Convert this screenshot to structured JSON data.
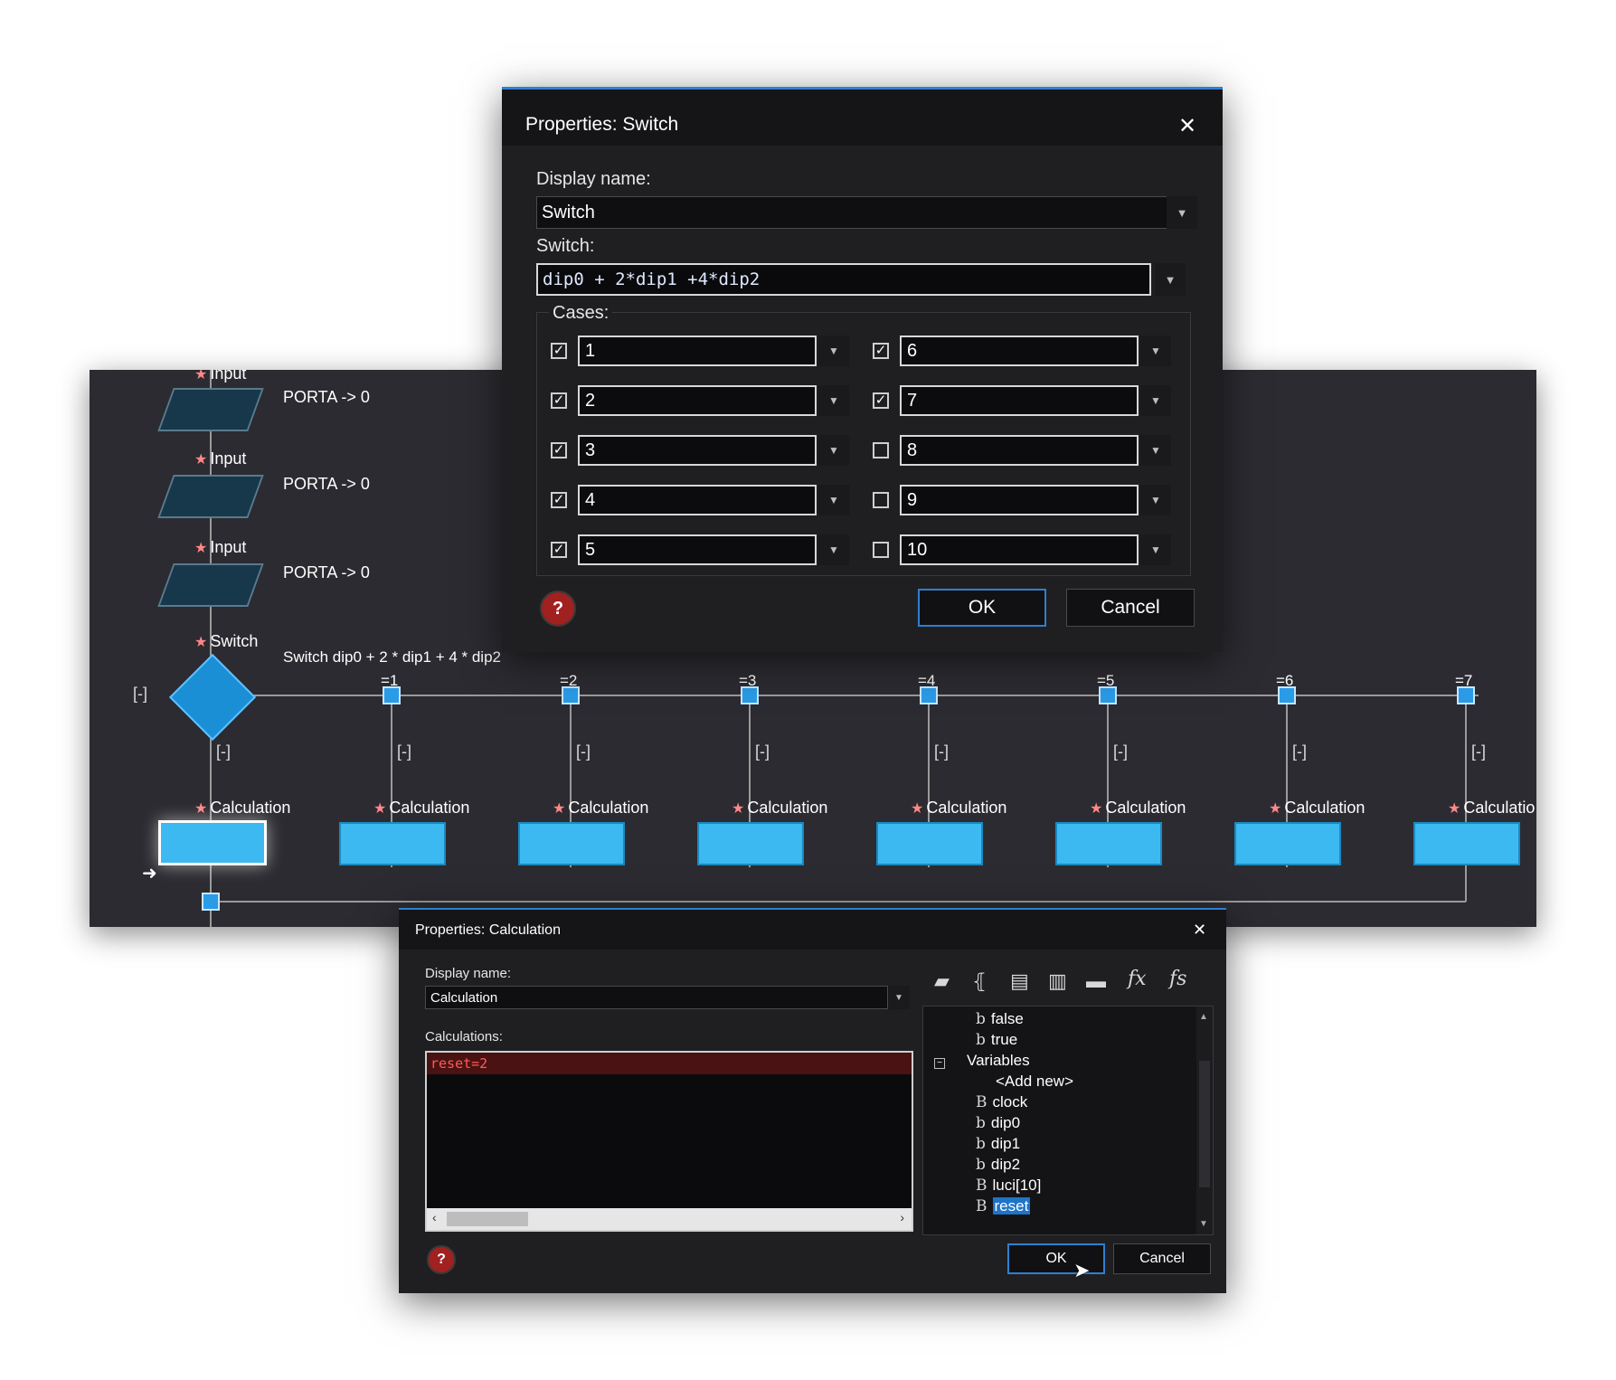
{
  "flowchart": {
    "inputs": [
      {
        "tag": "Input",
        "text": "PORTA -> 0"
      },
      {
        "tag": "Input",
        "text": "PORTA -> 0"
      },
      {
        "tag": "Input",
        "text": "PORTA -> 0"
      }
    ],
    "switch": {
      "tag": "Switch",
      "text": "Switch dip0 + 2 * dip1 + 4 * dip2"
    },
    "case_labels": [
      "=1",
      "=2",
      "=3",
      "=4",
      "=5",
      "=6",
      "=7"
    ],
    "collapse_label": "[-]",
    "calc_tags": [
      "Calculation",
      "Calculation",
      "Calculation",
      "Calculation",
      "Calculation",
      "Calculation",
      "Calculation",
      "Calculatio"
    ]
  },
  "switch_dialog": {
    "title": "Properties: Switch",
    "close": "✕",
    "display_name_label": "Display name:",
    "display_name_value": "Switch",
    "switch_label": "Switch:",
    "switch_value": "dip0 + 2*dip1 +4*dip2",
    "cases_label": "Cases:",
    "cases_left": [
      {
        "value": "1",
        "checked": true
      },
      {
        "value": "2",
        "checked": true
      },
      {
        "value": "3",
        "checked": true
      },
      {
        "value": "4",
        "checked": true
      },
      {
        "value": "5",
        "checked": true
      }
    ],
    "cases_right": [
      {
        "value": "6",
        "checked": true
      },
      {
        "value": "7",
        "checked": true
      },
      {
        "value": "8",
        "checked": false
      },
      {
        "value": "9",
        "checked": false
      },
      {
        "value": "10",
        "checked": false
      }
    ],
    "ok": "OK",
    "cancel": "Cancel",
    "help": "?"
  },
  "calc_dialog": {
    "title": "Properties: Calculation",
    "close": "✕",
    "display_name_label": "Display name:",
    "display_name_value": "Calculation",
    "calculations_label": "Calculations:",
    "calculations_value": "reset=2",
    "tree": [
      {
        "icon": "b",
        "label": "false"
      },
      {
        "icon": "b",
        "label": "true"
      },
      {
        "icon": "",
        "label": "Variables"
      },
      {
        "icon": "",
        "label": "<Add new>"
      },
      {
        "icon": "B",
        "label": "clock"
      },
      {
        "icon": "b",
        "label": "dip0"
      },
      {
        "icon": "b",
        "label": "dip1"
      },
      {
        "icon": "b",
        "label": "dip2"
      },
      {
        "icon": "B",
        "label": "luci[10]"
      },
      {
        "icon": "B",
        "label": "reset"
      }
    ],
    "ok": "OK",
    "cancel": "Cancel",
    "help": "?"
  },
  "colors": {
    "canvas": "#2c2b31",
    "accent_blue": "#2f7fd0",
    "calc_fill": "#3cb9f0",
    "diamond": "#1b8fd6",
    "error_bg": "#4a1212",
    "error_text": "#ff5a5a",
    "selection": "#1e74c9"
  }
}
